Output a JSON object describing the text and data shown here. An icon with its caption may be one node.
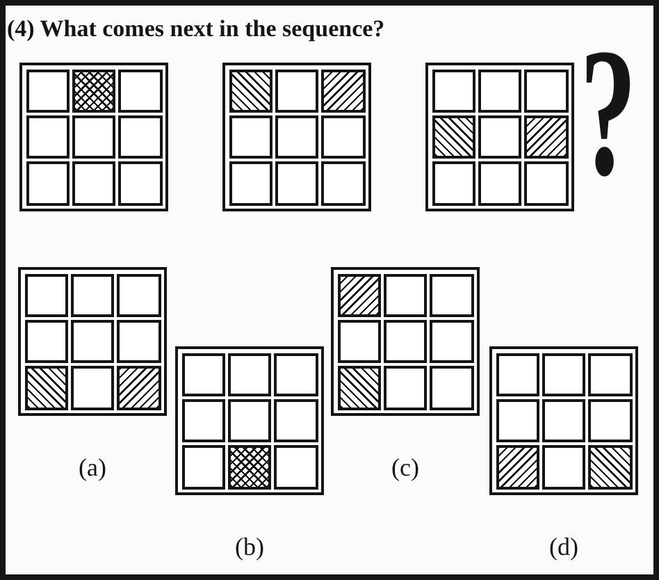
{
  "diagram": {
    "title": "(4) What comes next in the sequence?",
    "nodes": [
      {
        "text": [],
        "shape": "box"
      },
      {
        "text": [],
        "shape": "box",
        "in": 0
      },
      {
        "text": [],
        "shape": "crosshatched",
        "in": 0
      },
      {
        "text": [],
        "shape": "box",
        "in": 0
      },
      {
        "text": [],
        "shape": "box",
        "in": 0
      },
      {
        "text": [],
        "shape": "box",
        "in": 0
      },
      {
        "text": [],
        "shape": "box",
        "in": 0
      },
      {
        "text": [],
        "shape": "box",
        "in": 0
      },
      {
        "text": [],
        "shape": "box",
        "in": 0
      },
      {
        "text": [],
        "shape": "box",
        "in": 0
      },
      {
        "text": [],
        "shape": "box"
      },
      {
        "text": [],
        "shape": "hatched-down",
        "in": 10
      },
      {
        "text": [],
        "shape": "box",
        "in": 10
      },
      {
        "text": [],
        "shape": "hatched-up",
        "in": 10
      },
      {
        "text": [],
        "shape": "box",
        "in": 10
      },
      {
        "text": [],
        "shape": "box",
        "in": 10
      },
      {
        "text": [],
        "shape": "box",
        "in": 10
      },
      {
        "text": [],
        "shape": "box",
        "in": 10
      },
      {
        "text": [],
        "shape": "box",
        "in": 10
      },
      {
        "text": [],
        "shape": "box",
        "in": 10
      },
      {
        "text": [],
        "shape": "box"
      },
      {
        "text": [],
        "shape": "box",
        "in": 20
      },
      {
        "text": [],
        "shape": "box",
        "in": 20
      },
      {
        "text": [],
        "shape": "box",
        "in": 20
      },
      {
        "text": [],
        "shape": "hatched-down",
        "in": 20
      },
      {
        "text": [],
        "shape": "box",
        "in": 20
      },
      {
        "text": [],
        "shape": "hatched-up",
        "in": 20
      },
      {
        "text": [],
        "shape": "box",
        "in": 20
      },
      {
        "text": [],
        "shape": "box",
        "in": 20
      },
      {
        "text": [],
        "shape": "box",
        "in": 20
      },
      {
        "text": [],
        "shape": "box",
        "beside": [
          "(a)"
        ]
      },
      {
        "text": [],
        "shape": "box",
        "in": 30
      },
      {
        "text": [],
        "shape": "box",
        "in": 30
      },
      {
        "text": [],
        "shape": "box",
        "in": 30
      },
      {
        "text": [],
        "shape": "box",
        "in": 30
      },
      {
        "text": [],
        "shape": "box",
        "in": 30
      },
      {
        "text": [],
        "shape": "box",
        "in": 30
      },
      {
        "text": [],
        "shape": "hatched-down",
        "in": 30
      },
      {
        "text": [],
        "shape": "box",
        "in": 30
      },
      {
        "text": [],
        "shape": "hatched-up",
        "in": 30
      },
      {
        "text": [],
        "shape": "box",
        "beside": [
          "(b)"
        ]
      },
      {
        "text": [],
        "shape": "box",
        "in": 40
      },
      {
        "text": [],
        "shape": "box",
        "in": 40
      },
      {
        "text": [],
        "shape": "box",
        "in": 40
      },
      {
        "text": [],
        "shape": "box",
        "in": 40
      },
      {
        "text": [],
        "shape": "box",
        "in": 40
      },
      {
        "text": [],
        "shape": "box",
        "in": 40
      },
      {
        "text": [],
        "shape": "box",
        "in": 40
      },
      {
        "text": [],
        "shape": "crosshatched",
        "in": 40
      },
      {
        "text": [],
        "shape": "box",
        "in": 40
      },
      {
        "text": [],
        "shape": "box",
        "beside": [
          "(c)"
        ]
      },
      {
        "text": [],
        "shape": "hatched-up",
        "in": 50
      },
      {
        "text": [],
        "shape": "box",
        "in": 50
      },
      {
        "text": [],
        "shape": "box",
        "in": 50
      },
      {
        "text": [],
        "shape": "box",
        "in": 50
      },
      {
        "text": [],
        "shape": "box",
        "in": 50
      },
      {
        "text": [],
        "shape": "box",
        "in": 50
      },
      {
        "text": [],
        "shape": "hatched-down",
        "in": 50
      },
      {
        "text": [],
        "shape": "box",
        "in": 50
      },
      {
        "text": [],
        "shape": "box",
        "in": 50
      },
      {
        "text": [],
        "shape": "box",
        "beside": [
          "(d)"
        ]
      },
      {
        "text": [],
        "shape": "box",
        "in": 60
      },
      {
        "text": [],
        "shape": "box",
        "in": 60
      },
      {
        "text": [],
        "shape": "box",
        "in": 60
      },
      {
        "text": [],
        "shape": "box",
        "in": 60
      },
      {
        "text": [],
        "shape": "box",
        "in": 60
      },
      {
        "text": [],
        "shape": "box",
        "in": 60
      },
      {
        "text": [],
        "shape": "hatched-up",
        "in": 60
      },
      {
        "text": [],
        "shape": "box",
        "in": 60
      },
      {
        "text": [],
        "shape": "hatched-down",
        "in": 60
      }
    ],
    "labels": [
      "?"
    ]
  }
}
